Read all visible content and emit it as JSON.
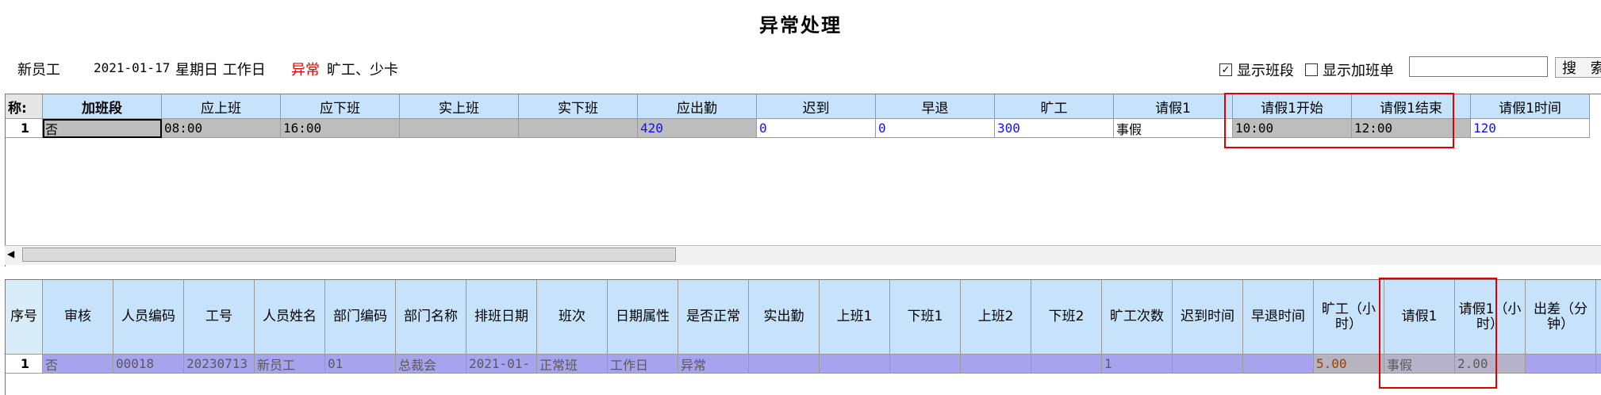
{
  "title": "异常处理",
  "info": {
    "employee": "新员工",
    "date": "2021-01-17",
    "weekday_type": "星期日 工作日",
    "status_label": "异常",
    "reason": "旷工、少卡"
  },
  "options": {
    "show_shift": {
      "label": "显示班段",
      "checked": true
    },
    "show_overtime": {
      "label": "显示加班单",
      "checked": false
    },
    "search_value": "",
    "search_button": "搜 索"
  },
  "colors": {
    "header_bg": "#c7e3fb",
    "row_highlight": "#a7a3ee",
    "alert_red": "#e00000",
    "value_blue": "#1010ff"
  },
  "grid1": {
    "corner_label": "称:",
    "headers": [
      "加班段",
      "应上班",
      "应下班",
      "实上班",
      "实下班",
      "应出勤",
      "迟到",
      "早退",
      "旷工",
      "请假1",
      "请假1开始",
      "请假1结束",
      "请假1时间"
    ],
    "rows": [
      {
        "no": "1",
        "cells": [
          "否",
          "08:00",
          "16:00",
          "",
          "",
          "420",
          "0",
          "0",
          "300",
          "事假",
          "10:00",
          "12:00",
          "120"
        ]
      }
    ]
  },
  "grid2": {
    "headers": [
      "序号",
      "审核",
      "人员编码",
      "工号",
      "人员姓名",
      "部门编码",
      "部门名称",
      "排班日期",
      "班次",
      "日期属性",
      "是否正常",
      "实出勤",
      "上班1",
      "下班1",
      "上班2",
      "下班2",
      "旷工次数",
      "迟到时间",
      "早退时间",
      "旷工（小时）",
      "请假1",
      "请假1（小时）",
      "出差（分钟）",
      "出"
    ],
    "rows": [
      {
        "no": "1",
        "cells": [
          "否",
          "00018",
          "20230713",
          "新员工",
          "01",
          "总裁会",
          "2021-01-",
          "正常班",
          "工作日",
          "异常",
          "",
          "",
          "",
          "",
          "",
          "1",
          "",
          "",
          "5.00",
          "事假",
          "2.00",
          "",
          ""
        ]
      }
    ]
  }
}
